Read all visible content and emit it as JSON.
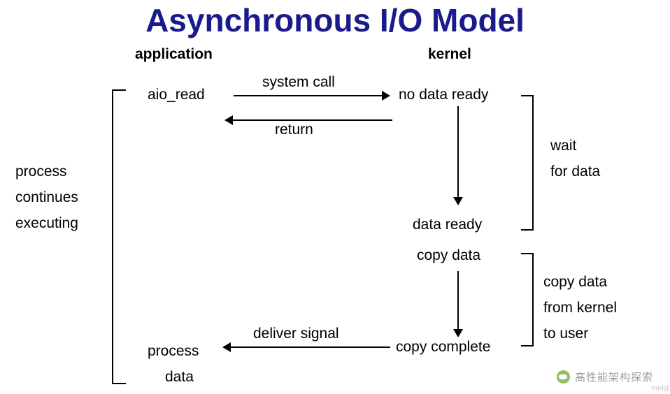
{
  "title": "Asynchronous I/O Model",
  "columns": {
    "application": "application",
    "kernel": "kernel"
  },
  "nodes": {
    "aio_read": "aio_read",
    "no_data_ready": "no data ready",
    "data_ready": "data ready",
    "copy_data": "copy data",
    "copy_complete": "copy complete",
    "process": "process",
    "data": "data"
  },
  "edges": {
    "system_call": "system call",
    "return": "return",
    "deliver_signal": "deliver signal"
  },
  "annotations": {
    "process_line1": "process",
    "process_line2": "continues",
    "process_line3": "executing",
    "wait_line1": "wait",
    "wait_line2": "for data",
    "copy_line1": "copy data",
    "copy_line2": "from kernel",
    "copy_line3": "to user"
  },
  "watermark": {
    "text": "高性能架构探索",
    "sub": "melijl"
  },
  "colors": {
    "title": "#1a1a8c",
    "line": "#000000",
    "background": "#ffffff",
    "watermark": "#9b9b9b"
  }
}
